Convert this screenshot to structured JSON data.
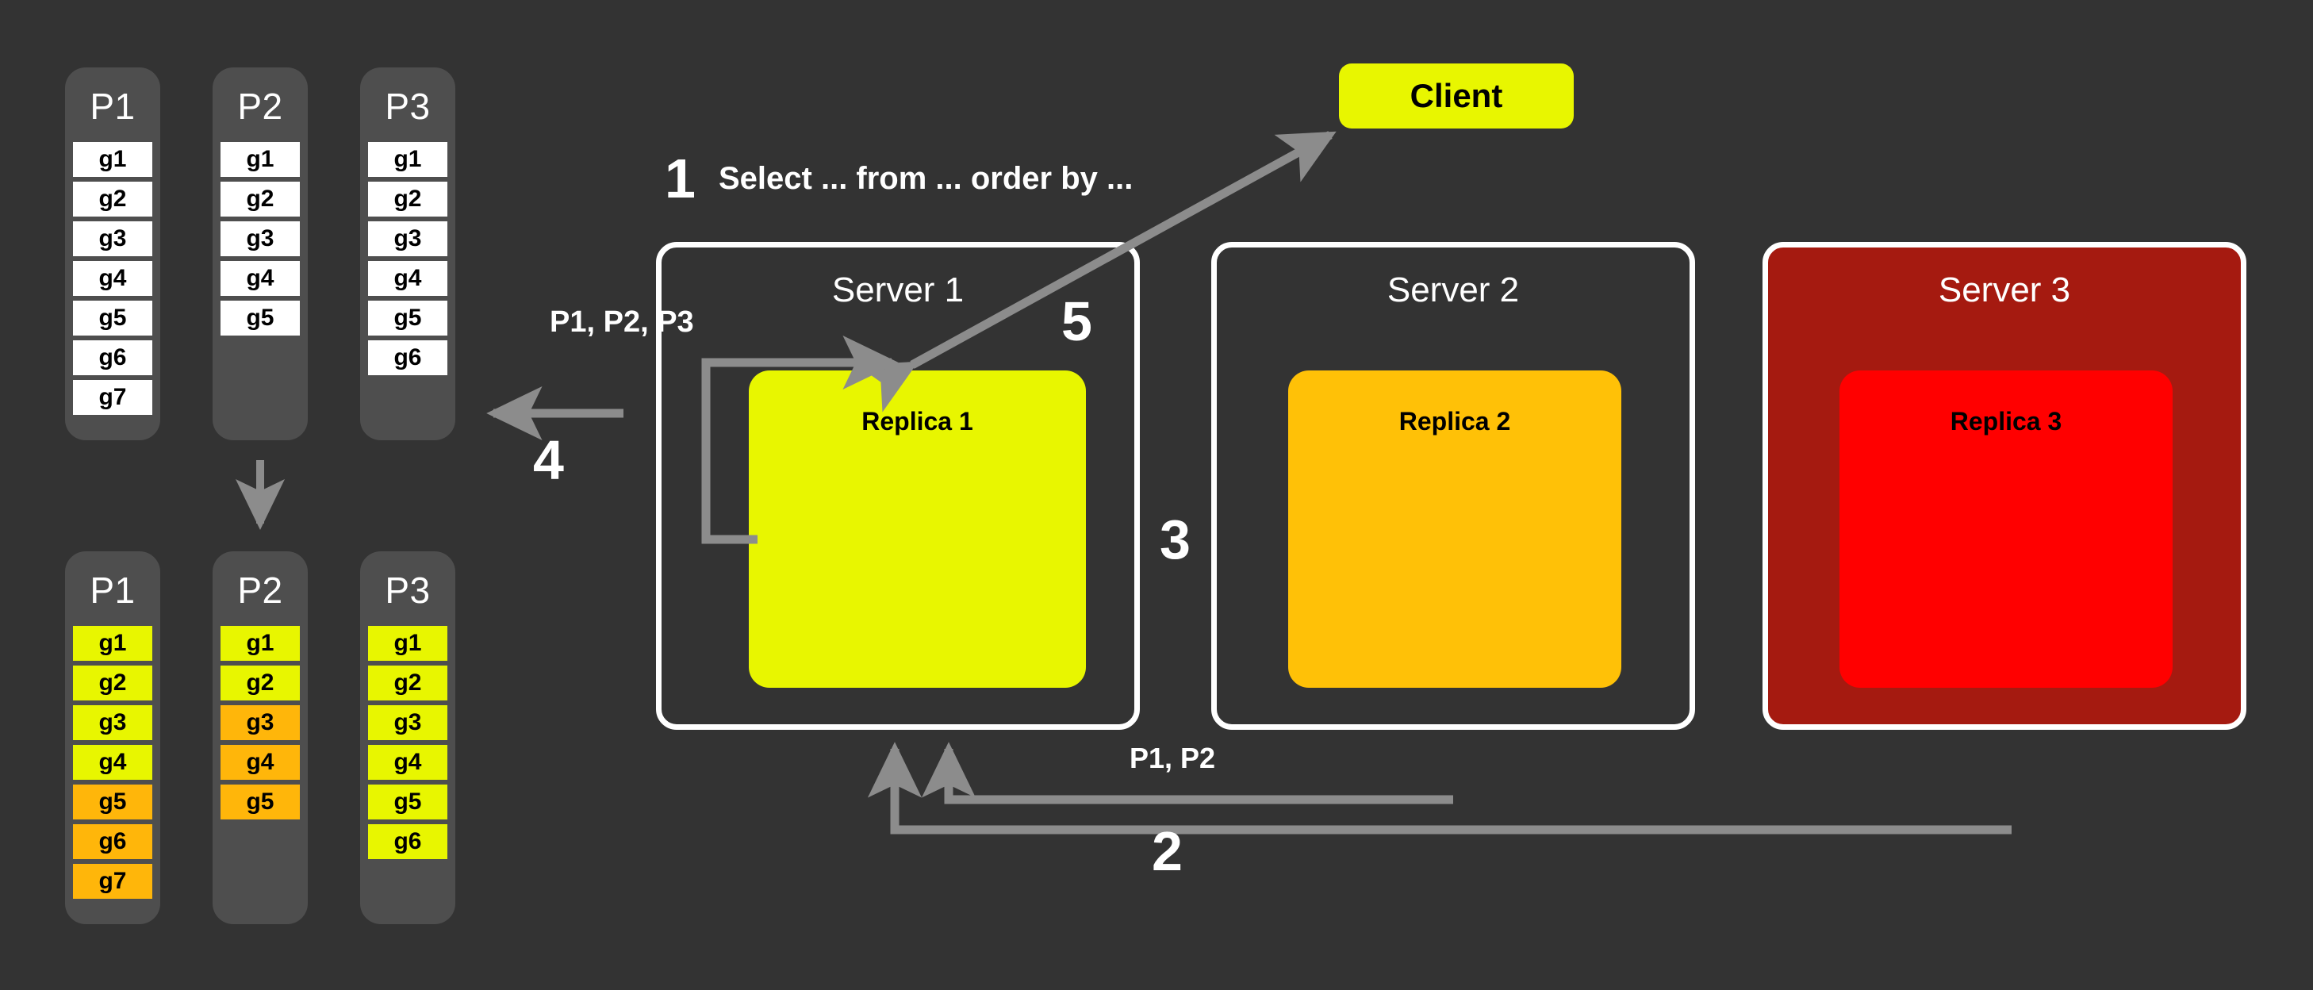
{
  "background_color": "#333333",
  "colors": {
    "panel": "#4e4e4e",
    "yellow": "#E8F600",
    "orange": "#FFB60A",
    "white": "#ffffff",
    "amber_replica": "#FFC107",
    "red_replica": "#FF0000",
    "dark_red_server": "#A51A10",
    "arrow_gray": "#8c8c8c"
  },
  "partitions_top": [
    {
      "title": "P1",
      "cells": [
        {
          "label": "g1",
          "color": "white"
        },
        {
          "label": "g2",
          "color": "white"
        },
        {
          "label": "g3",
          "color": "white"
        },
        {
          "label": "g4",
          "color": "white"
        },
        {
          "label": "g5",
          "color": "white"
        },
        {
          "label": "g6",
          "color": "white"
        },
        {
          "label": "g7",
          "color": "white"
        }
      ]
    },
    {
      "title": "P2",
      "cells": [
        {
          "label": "g1",
          "color": "white"
        },
        {
          "label": "g2",
          "color": "white"
        },
        {
          "label": "g3",
          "color": "white"
        },
        {
          "label": "g4",
          "color": "white"
        },
        {
          "label": "g5",
          "color": "white"
        }
      ]
    },
    {
      "title": "P3",
      "cells": [
        {
          "label": "g1",
          "color": "white"
        },
        {
          "label": "g2",
          "color": "white"
        },
        {
          "label": "g3",
          "color": "white"
        },
        {
          "label": "g4",
          "color": "white"
        },
        {
          "label": "g5",
          "color": "white"
        },
        {
          "label": "g6",
          "color": "white"
        }
      ]
    }
  ],
  "partitions_bottom": [
    {
      "title": "P1",
      "cells": [
        {
          "label": "g1",
          "color": "yellow"
        },
        {
          "label": "g2",
          "color": "yellow"
        },
        {
          "label": "g3",
          "color": "yellow"
        },
        {
          "label": "g4",
          "color": "yellow"
        },
        {
          "label": "g5",
          "color": "orange"
        },
        {
          "label": "g6",
          "color": "orange"
        },
        {
          "label": "g7",
          "color": "orange"
        }
      ]
    },
    {
      "title": "P2",
      "cells": [
        {
          "label": "g1",
          "color": "yellow"
        },
        {
          "label": "g2",
          "color": "yellow"
        },
        {
          "label": "g3",
          "color": "orange"
        },
        {
          "label": "g4",
          "color": "orange"
        },
        {
          "label": "g5",
          "color": "orange"
        }
      ]
    },
    {
      "title": "P3",
      "cells": [
        {
          "label": "g1",
          "color": "yellow"
        },
        {
          "label": "g2",
          "color": "yellow"
        },
        {
          "label": "g3",
          "color": "yellow"
        },
        {
          "label": "g4",
          "color": "yellow"
        },
        {
          "label": "g5",
          "color": "yellow"
        },
        {
          "label": "g6",
          "color": "yellow"
        }
      ]
    }
  ],
  "client": {
    "label": "Client"
  },
  "servers": [
    {
      "title": "Server 1",
      "replica": "Replica 1",
      "replica_color": "#E8F600",
      "failed": false
    },
    {
      "title": "Server 2",
      "replica": "Replica 2",
      "replica_color": "#FFC107",
      "failed": false
    },
    {
      "title": "Server 3",
      "replica": "Replica 3",
      "replica_color": "#FF0000",
      "failed": true
    }
  ],
  "steps": {
    "one": "1",
    "two": "2",
    "three": "3",
    "four": "4",
    "five": "5"
  },
  "labels": {
    "query": "Select ... from ... order by ...",
    "partitions_all": "P1, P2, P3",
    "partitions_remote": "P1, P2"
  }
}
